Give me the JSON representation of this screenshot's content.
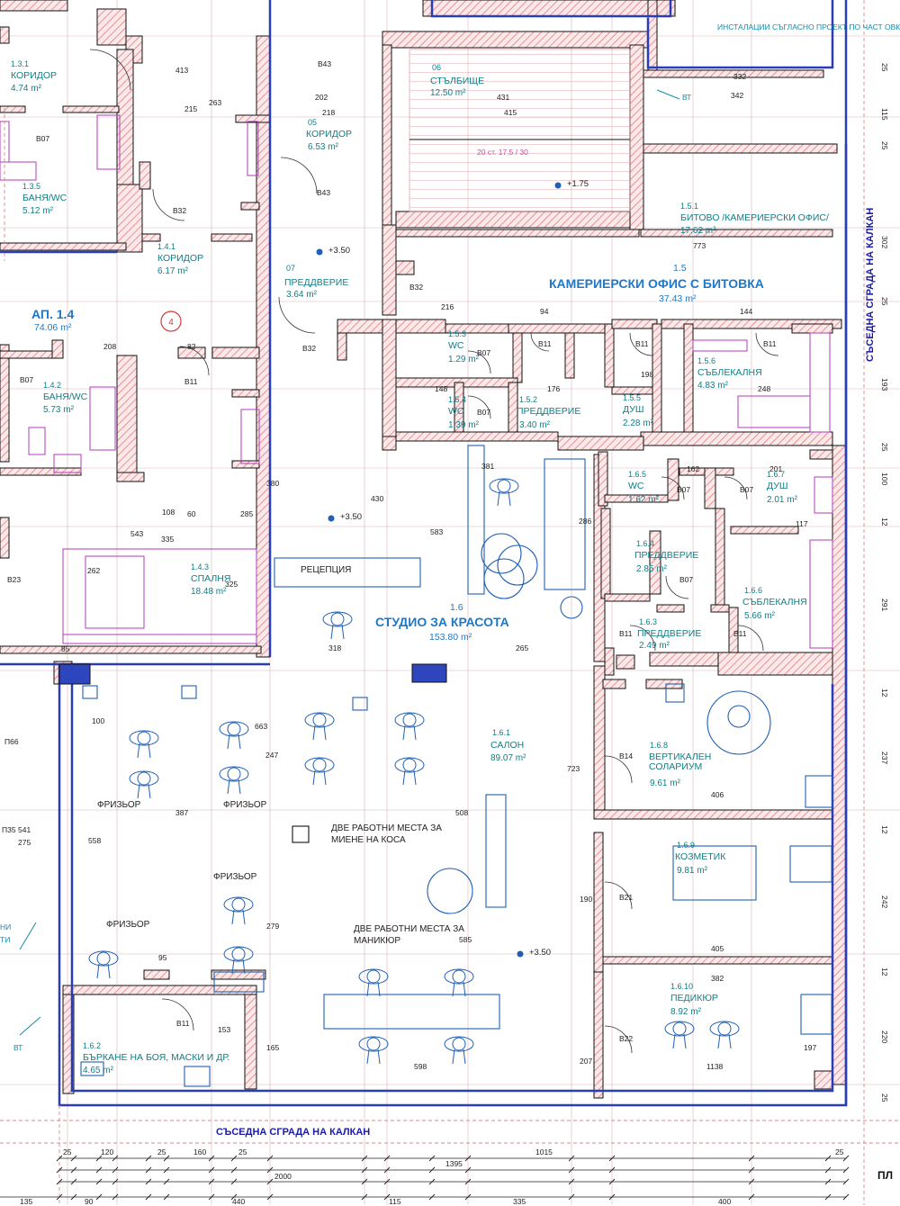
{
  "colors": {
    "wall_hatch": "#e07d82",
    "wall_outline": "#111111",
    "facade": "#2a3cb8",
    "furniture": "#b23bb8",
    "grid": "#d0a0a6",
    "room_text": "#127e86",
    "zone_text": "#1e78c8",
    "fixtures": "#1f5fb5"
  },
  "rooms": [
    {
      "code": "1.3.1",
      "name": "КОРИДОР",
      "area": "4.74 m²"
    },
    {
      "code": "1.3.5",
      "name": "БАНЯ/WC",
      "area": "5.12 m²"
    },
    {
      "code": "1.4.1",
      "name": "КОРИДОР",
      "area": "6.17 m²"
    },
    {
      "code": "1.4.2",
      "name": "БАНЯ/WC",
      "area": "5.73 m²"
    },
    {
      "code": "1.4.3",
      "name": "СПАЛНЯ",
      "area": "18.48 m²"
    },
    {
      "code": "05",
      "name": "КОРИДОР",
      "area": "6.53 m²"
    },
    {
      "code": "06",
      "name": "СТЪЛБИЩЕ",
      "area": "12.50 m²"
    },
    {
      "code": "07",
      "name": "ПРЕДДВЕРИЕ",
      "area": "3.64 m²"
    },
    {
      "code": "1.5.1",
      "name": "БИТОВО /КАМЕРИЕРСКИ ОФИС/",
      "area": "17.62 m²"
    },
    {
      "code": "1.5.3",
      "name": "WC",
      "area": "1.29 m²"
    },
    {
      "code": "1.5.4",
      "name": "WC",
      "area": "1.39 m²"
    },
    {
      "code": "1.5.2",
      "name": "ПРЕДДВЕРИЕ",
      "area": "3.40 m²"
    },
    {
      "code": "1.5.5",
      "name": "ДУШ",
      "area": "2.28 m²"
    },
    {
      "code": "1.5.6",
      "name": "СЪБЛЕКАЛНЯ",
      "area": "4.83 m²"
    },
    {
      "code": "1.6.5",
      "name": "WC",
      "area": "1.62 m²"
    },
    {
      "code": "1.6.7",
      "name": "ДУШ",
      "area": "2.01 m²"
    },
    {
      "code": "1.6.4",
      "name": "ПРЕДДВЕРИЕ",
      "area": "2.85 m²"
    },
    {
      "code": "1.6.6",
      "name": "СЪБЛЕКАЛНЯ",
      "area": "5.66 m²"
    },
    {
      "code": "1.6.3",
      "name": "ПРЕДДВЕРИЕ",
      "area": "2.49 m²"
    },
    {
      "code": "1.6.1",
      "name": "САЛОН",
      "area": "89.07 m²"
    },
    {
      "code": "1.6.8",
      "name": "ВЕРТИКАЛЕН СОЛАРИУМ",
      "area": "9.61 m²"
    },
    {
      "code": "1.6.9",
      "name": "КОЗМЕТИК",
      "area": "9.81 m²"
    },
    {
      "code": "1.6.10",
      "name": "ПЕДИКЮР",
      "area": "8.92 m²"
    },
    {
      "code": "1.6.2",
      "name": "БЪРКАНЕ НА БОЯ, МАСКИ И ДР.",
      "area": "4.65 m²"
    }
  ],
  "zones": {
    "apt": {
      "name": "АП. 1.4",
      "area": "74.06 m²"
    },
    "office": {
      "code": "1.5",
      "name": "КАМЕРИЕРСКИ ОФИС С БИТОВКА",
      "area": "37.43 m²"
    },
    "studio": {
      "code": "1.6",
      "name": "СТУДИО ЗА КРАСОТА",
      "area": "153.80 m²"
    }
  },
  "annotations": {
    "reception": "РЕЦЕПЦИЯ",
    "hairdresser": "ФРИЗЬОР",
    "wash": "ДВЕ РАБОТНИ МЕСТА ЗА МИЕНЕ НА КОСА",
    "manicure": "ДВЕ РАБОТНИ МЕСТА ЗА МАНИКЮР",
    "installations": "ИНСТАЛАЦИИ СЪГЛАСНО ПРОЕКТ ПО ЧАСТ ОВК",
    "neighbor": "СЪСЕДНА СГРАДА НА КАЛКАН",
    "stairs_note": "20 ст. 17.5 / 30",
    "cut_title": "ПЛ",
    "bt": "ВТ",
    "ni_fragment": "НИ",
    "ti_fragment": "ТИ"
  },
  "levels": {
    "l350": "+3.50",
    "l175": "+1.75"
  },
  "doors": [
    "B32",
    "B07",
    "B43",
    "B11",
    "B23",
    "B14",
    "B21",
    "B22",
    "П66",
    "П35"
  ],
  "bottom_dims": {
    "row1": [
      "25",
      "120",
      "25",
      "160",
      "25",
      "1015",
      "25"
    ],
    "row2": [
      "1395"
    ],
    "row3": [
      "2000"
    ],
    "row4": [
      "135",
      "90",
      "440",
      "115",
      "335",
      "400"
    ]
  },
  "right_dims": [
    "25",
    "115",
    "25",
    "302",
    "25",
    "193",
    "25",
    "100",
    "12",
    "291",
    "12",
    "237",
    "12",
    "242",
    "12",
    "220",
    "25"
  ],
  "interior_dims": [
    "413",
    "215",
    "263",
    "202",
    "218",
    "431",
    "415",
    "342",
    "332",
    "773",
    "216",
    "148",
    "176",
    "198",
    "248",
    "381",
    "583",
    "318",
    "265",
    "663",
    "387",
    "508",
    "598",
    "406",
    "405",
    "382",
    "1138",
    "723",
    "585",
    "380",
    "430",
    "543",
    "335",
    "325",
    "262",
    "108",
    "60",
    "285",
    "85",
    "208",
    "82",
    "94",
    "144",
    "201",
    "117",
    "162",
    "286",
    "558",
    "541",
    "279",
    "247",
    "165",
    "95",
    "153",
    "207",
    "190",
    "197",
    "100",
    "275"
  ]
}
